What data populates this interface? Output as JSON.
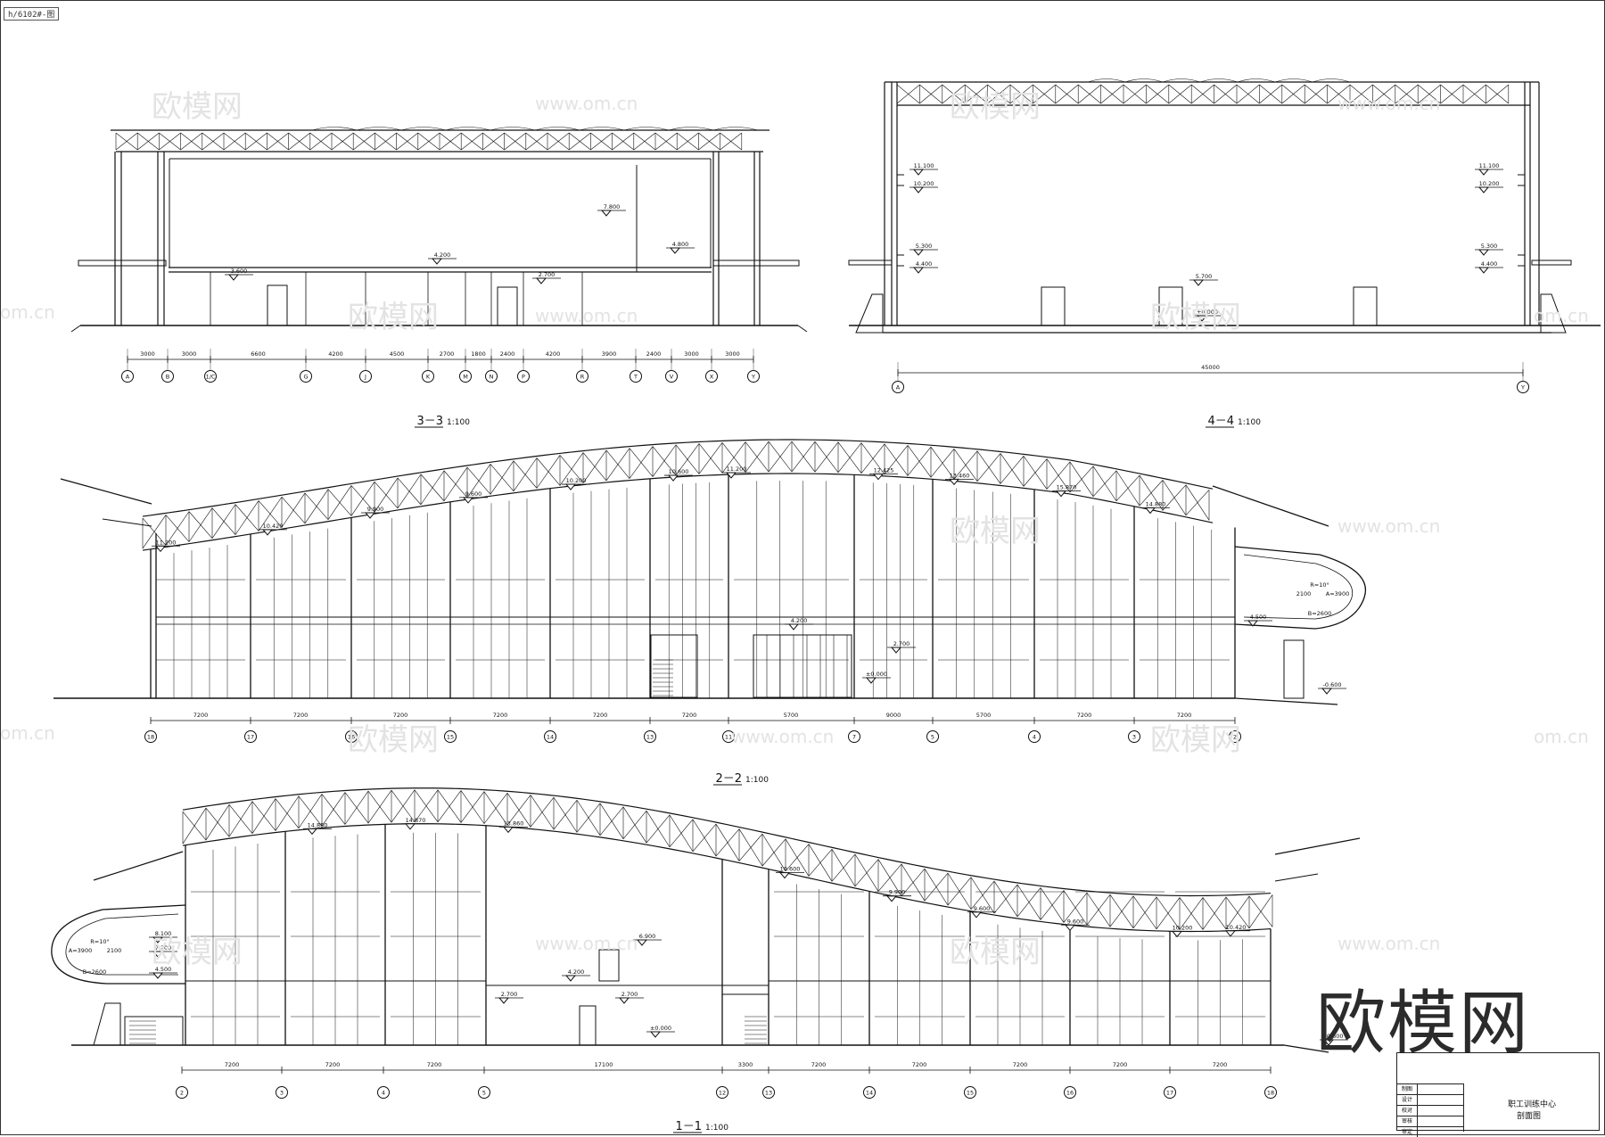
{
  "stamp": "h/6102#-图",
  "watermark": {
    "cn": "欧模网",
    "url": "www.om.cn",
    "url_short": "om.cn"
  },
  "logo": "欧模网",
  "title_block": {
    "rows": [
      "制图",
      "设计",
      "校对",
      "审核",
      "审定"
    ],
    "project": "职工训练中心",
    "drawing": "剖面图"
  },
  "sections": {
    "s33": {
      "title": "3－3",
      "scale": "1:100",
      "elevations": [
        "7.800",
        "4.200",
        "4.800",
        "3.600",
        "2.700"
      ],
      "spans": [
        "3000",
        "3000",
        "6600",
        "4200",
        "4500",
        "2700",
        "1800",
        "2400",
        "4200",
        "3900",
        "2400",
        "3000",
        "3000"
      ],
      "axes": [
        "A",
        "B",
        "1/C",
        "G",
        "J",
        "K",
        "M",
        "N",
        "P",
        "R",
        "T",
        "V",
        "X",
        "Y"
      ]
    },
    "s44": {
      "title": "4－4",
      "scale": "1:100",
      "elev_left": [
        "11.100",
        "10.200",
        "5.300",
        "4.400"
      ],
      "elev_right": [
        "11.100",
        "10.200",
        "5.300",
        "4.400"
      ],
      "elev_mid": [
        "5.700",
        "±0.000"
      ],
      "span": "45000",
      "axes": [
        "A",
        "Y"
      ]
    },
    "s22": {
      "title": "2－2",
      "scale": "1:100",
      "roof_elev": [
        "11.200",
        "10.420",
        "9.900",
        "9.600",
        "10.200",
        "10.600",
        "11.200",
        "12.425",
        "13.460",
        "15.870",
        "14.880"
      ],
      "elevations": [
        "4.200",
        "2.700",
        "±0.000",
        "4.500",
        "-0.600"
      ],
      "cantilever": [
        "2100",
        "A=3900",
        "R=10°",
        "B=2600"
      ],
      "spans": [
        "7200",
        "7200",
        "7200",
        "7200",
        "7200",
        "7200",
        "5700",
        "9000",
        "5700",
        "7200",
        "7200",
        "7200",
        "7200"
      ],
      "axes": [
        "18",
        "17",
        "16",
        "15",
        "14",
        "13",
        "11",
        "7",
        "5",
        "4",
        "3",
        "2"
      ]
    },
    "s11": {
      "title": "1－1",
      "scale": "1:100",
      "roof_elev": [
        "14.880",
        "14.870",
        "13.860",
        "10.600",
        "9.900",
        "9.600",
        "9.600",
        "10.200",
        "10.420"
      ],
      "elevations": [
        "8.100",
        "7.200",
        "6.900",
        "4.500",
        "4.200",
        "2.700",
        "2.700",
        "±0.000",
        "-0.600"
      ],
      "cantilever": [
        "R=10°",
        "2100",
        "A=3900",
        "B=2600"
      ],
      "spans": [
        "7200",
        "7200",
        "7200",
        "17100",
        "3300",
        "7200",
        "7200",
        "7200",
        "7200",
        "7200",
        "7200"
      ],
      "axes": [
        "2",
        "3",
        "4",
        "5",
        "12",
        "13",
        "14",
        "15",
        "16",
        "17",
        "18"
      ]
    }
  }
}
